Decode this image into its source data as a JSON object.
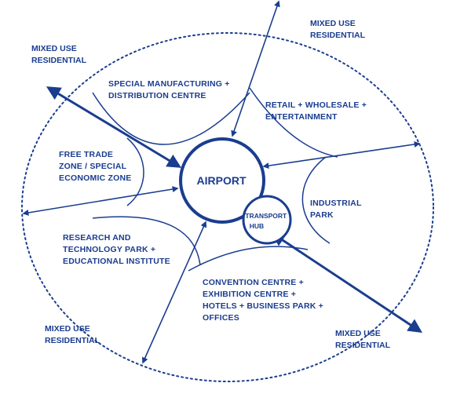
{
  "colors": {
    "ink": "#1a3d8f"
  },
  "center": {
    "label": "AIRPORT"
  },
  "hub": {
    "line1": "TRANSPORT",
    "line2": "HUB"
  },
  "zones": {
    "manufacturing": {
      "line1": "SPECIAL MANUFACTURING +",
      "line2": "DISTRIBUTION CENTRE"
    },
    "retail": {
      "line1": "RETAIL + WHOLESALE +",
      "line2": "ENTERTAINMENT"
    },
    "freetrade": {
      "line1": "FREE TRADE",
      "line2": "ZONE / SPECIAL",
      "line3": "ECONOMIC ZONE"
    },
    "industrial": {
      "line1": "INDUSTRIAL",
      "line2": "PARK"
    },
    "research": {
      "line1": "RESEARCH AND",
      "line2": "TECHNOLOGY PARK +",
      "line3": "EDUCATIONAL INSTITUTE"
    },
    "convention": {
      "line1": "CONVENTION CENTRE +",
      "line2": "EXHIBITION CENTRE +",
      "line3": "HOTELS + BUSINESS PARK +",
      "line4": "OFFICES"
    }
  },
  "outer": {
    "top_right": {
      "line1": "MIXED USE",
      "line2": "RESIDENTIAL"
    },
    "top_left": {
      "line1": "MIXED USE",
      "line2": "RESIDENTIAL"
    },
    "bottom_left": {
      "line1": "MIXED USE",
      "line2": "RESIDENTIAL"
    },
    "bottom_right": {
      "line1": "MIXED USE",
      "line2": "RESIDENTIAL"
    }
  }
}
